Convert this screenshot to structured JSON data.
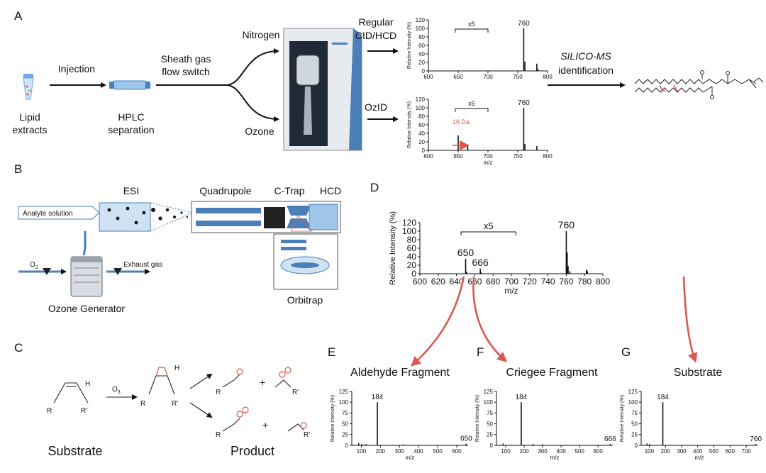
{
  "panels": {
    "a": "A",
    "b": "B",
    "c": "C",
    "d": "D",
    "e": "E",
    "f": "F",
    "g": "G"
  },
  "workflow": {
    "injection": "Injection",
    "lipid_extracts": [
      "Lipid",
      "extracts"
    ],
    "hplc": [
      "HPLC",
      "separation"
    ],
    "sheath": [
      "Sheath gas",
      "flow switch"
    ],
    "nitrogen": "Nitrogen",
    "ozone": "Ozone",
    "regular": [
      "Regular",
      "CID/HCD"
    ],
    "ozid": "OzID",
    "silico": "SILICO-MS",
    "identification": "identification"
  },
  "instrument": {
    "esi": "ESI",
    "quadrupole": "Quadrupole",
    "ctrap": "C-Trap",
    "hcd": "HCD",
    "orbitrap": "Orbitrap",
    "analyte": "Analyte solution",
    "o2": "O",
    "o2_sub": "2",
    "exhaust": "Exhaust gas",
    "ozone_generator": "Ozone Generator"
  },
  "reaction": {
    "substrate": "Substrate",
    "product": "Product",
    "o3": "O",
    "o3_sub": "3",
    "h_plus": "H",
    "r": "R",
    "r_prime": "R'",
    "plus": "+"
  },
  "subtitles": {
    "e": "Aldehyde Fragment",
    "f": "Criegee Fragment",
    "g": "Substrate"
  },
  "chart_data": [
    {
      "id": "A-top",
      "type": "bar",
      "ylabel": "Relative Intensity (%)",
      "xlabel": "",
      "xlim": [
        600,
        800
      ],
      "ylim": [
        0,
        120
      ],
      "xticks": [
        600,
        650,
        700,
        750,
        800
      ],
      "yticks": [
        0,
        20,
        40,
        60,
        80,
        100,
        120
      ],
      "bracket": {
        "label": "x5",
        "from": 645,
        "to": 700
      },
      "peaks": [
        {
          "x": 760,
          "y": 100,
          "label": "760"
        },
        {
          "x": 762,
          "y": 22
        },
        {
          "x": 782,
          "y": 17
        },
        {
          "x": 784,
          "y": 4
        }
      ]
    },
    {
      "id": "A-bottom",
      "type": "bar",
      "ylabel": "Relative Intensity (%)",
      "xlabel": "m/z",
      "xlim": [
        600,
        800
      ],
      "ylim": [
        0,
        120
      ],
      "xticks": [
        600,
        650,
        700,
        750,
        800
      ],
      "yticks": [
        0,
        20,
        40,
        60,
        80,
        100,
        120
      ],
      "bracket": {
        "label": "x5",
        "from": 645,
        "to": 700
      },
      "annotation": "16 Da",
      "peaks": [
        {
          "x": 650,
          "y": 35
        },
        {
          "x": 666,
          "y": 10
        },
        {
          "x": 760,
          "y": 100,
          "label": "760"
        },
        {
          "x": 762,
          "y": 15
        },
        {
          "x": 782,
          "y": 10
        }
      ]
    },
    {
      "id": "D",
      "type": "bar",
      "ylabel": "Relative Intensity (%)",
      "xlabel": "m/z",
      "xlim": [
        600,
        800
      ],
      "ylim": [
        0,
        120
      ],
      "xticks": [
        600,
        620,
        640,
        660,
        680,
        700,
        720,
        740,
        760,
        780,
        800
      ],
      "yticks": [
        0,
        20,
        40,
        60,
        80,
        100,
        120
      ],
      "bracket": {
        "label": "x5",
        "from": 645,
        "to": 705
      },
      "peaks": [
        {
          "x": 650,
          "y": 35,
          "label": "650"
        },
        {
          "x": 651,
          "y": 5
        },
        {
          "x": 666,
          "y": 12,
          "label": "666"
        },
        {
          "x": 667,
          "y": 3
        },
        {
          "x": 760,
          "y": 100,
          "label": "760"
        },
        {
          "x": 761,
          "y": 50
        },
        {
          "x": 762,
          "y": 18
        },
        {
          "x": 764,
          "y": 6
        },
        {
          "x": 782,
          "y": 10
        },
        {
          "x": 783,
          "y": 6
        }
      ]
    },
    {
      "id": "E",
      "type": "bar",
      "ylabel": "Relative Intensity (%)",
      "xlabel": "m/z",
      "xlim": [
        50,
        660
      ],
      "ylim": [
        0,
        125
      ],
      "xticks": [
        100,
        200,
        300,
        400,
        500,
        600
      ],
      "yticks": [
        0,
        25,
        50,
        75,
        100,
        125
      ],
      "peaks": [
        {
          "x": 86,
          "y": 5
        },
        {
          "x": 104,
          "y": 3
        },
        {
          "x": 124,
          "y": 3
        },
        {
          "x": 184,
          "y": 100,
          "label": "184"
        },
        {
          "x": 320,
          "y": 2
        },
        {
          "x": 650,
          "y": 4,
          "label": "650"
        }
      ]
    },
    {
      "id": "F",
      "type": "bar",
      "ylabel": "Relative Intensity (%)",
      "xlabel": "m/z",
      "xlim": [
        50,
        680
      ],
      "ylim": [
        0,
        125
      ],
      "xticks": [
        100,
        200,
        300,
        400,
        500,
        600
      ],
      "yticks": [
        0,
        25,
        50,
        75,
        100,
        125
      ],
      "peaks": [
        {
          "x": 86,
          "y": 4
        },
        {
          "x": 184,
          "y": 100,
          "label": "184"
        },
        {
          "x": 250,
          "y": 3
        },
        {
          "x": 300,
          "y": 2
        },
        {
          "x": 666,
          "y": 3,
          "label": "666"
        }
      ]
    },
    {
      "id": "G",
      "type": "bar",
      "ylabel": "Relative Intensity (%)",
      "xlabel": "m/z",
      "xlim": [
        50,
        770
      ],
      "ylim": [
        0,
        125
      ],
      "xticks": [
        100,
        200,
        300,
        400,
        500,
        600,
        700
      ],
      "yticks": [
        0,
        25,
        50,
        75,
        100,
        125
      ],
      "peaks": [
        {
          "x": 86,
          "y": 4
        },
        {
          "x": 104,
          "y": 3
        },
        {
          "x": 184,
          "y": 100,
          "label": "184"
        },
        {
          "x": 760,
          "y": 3,
          "label": "760"
        }
      ]
    }
  ]
}
